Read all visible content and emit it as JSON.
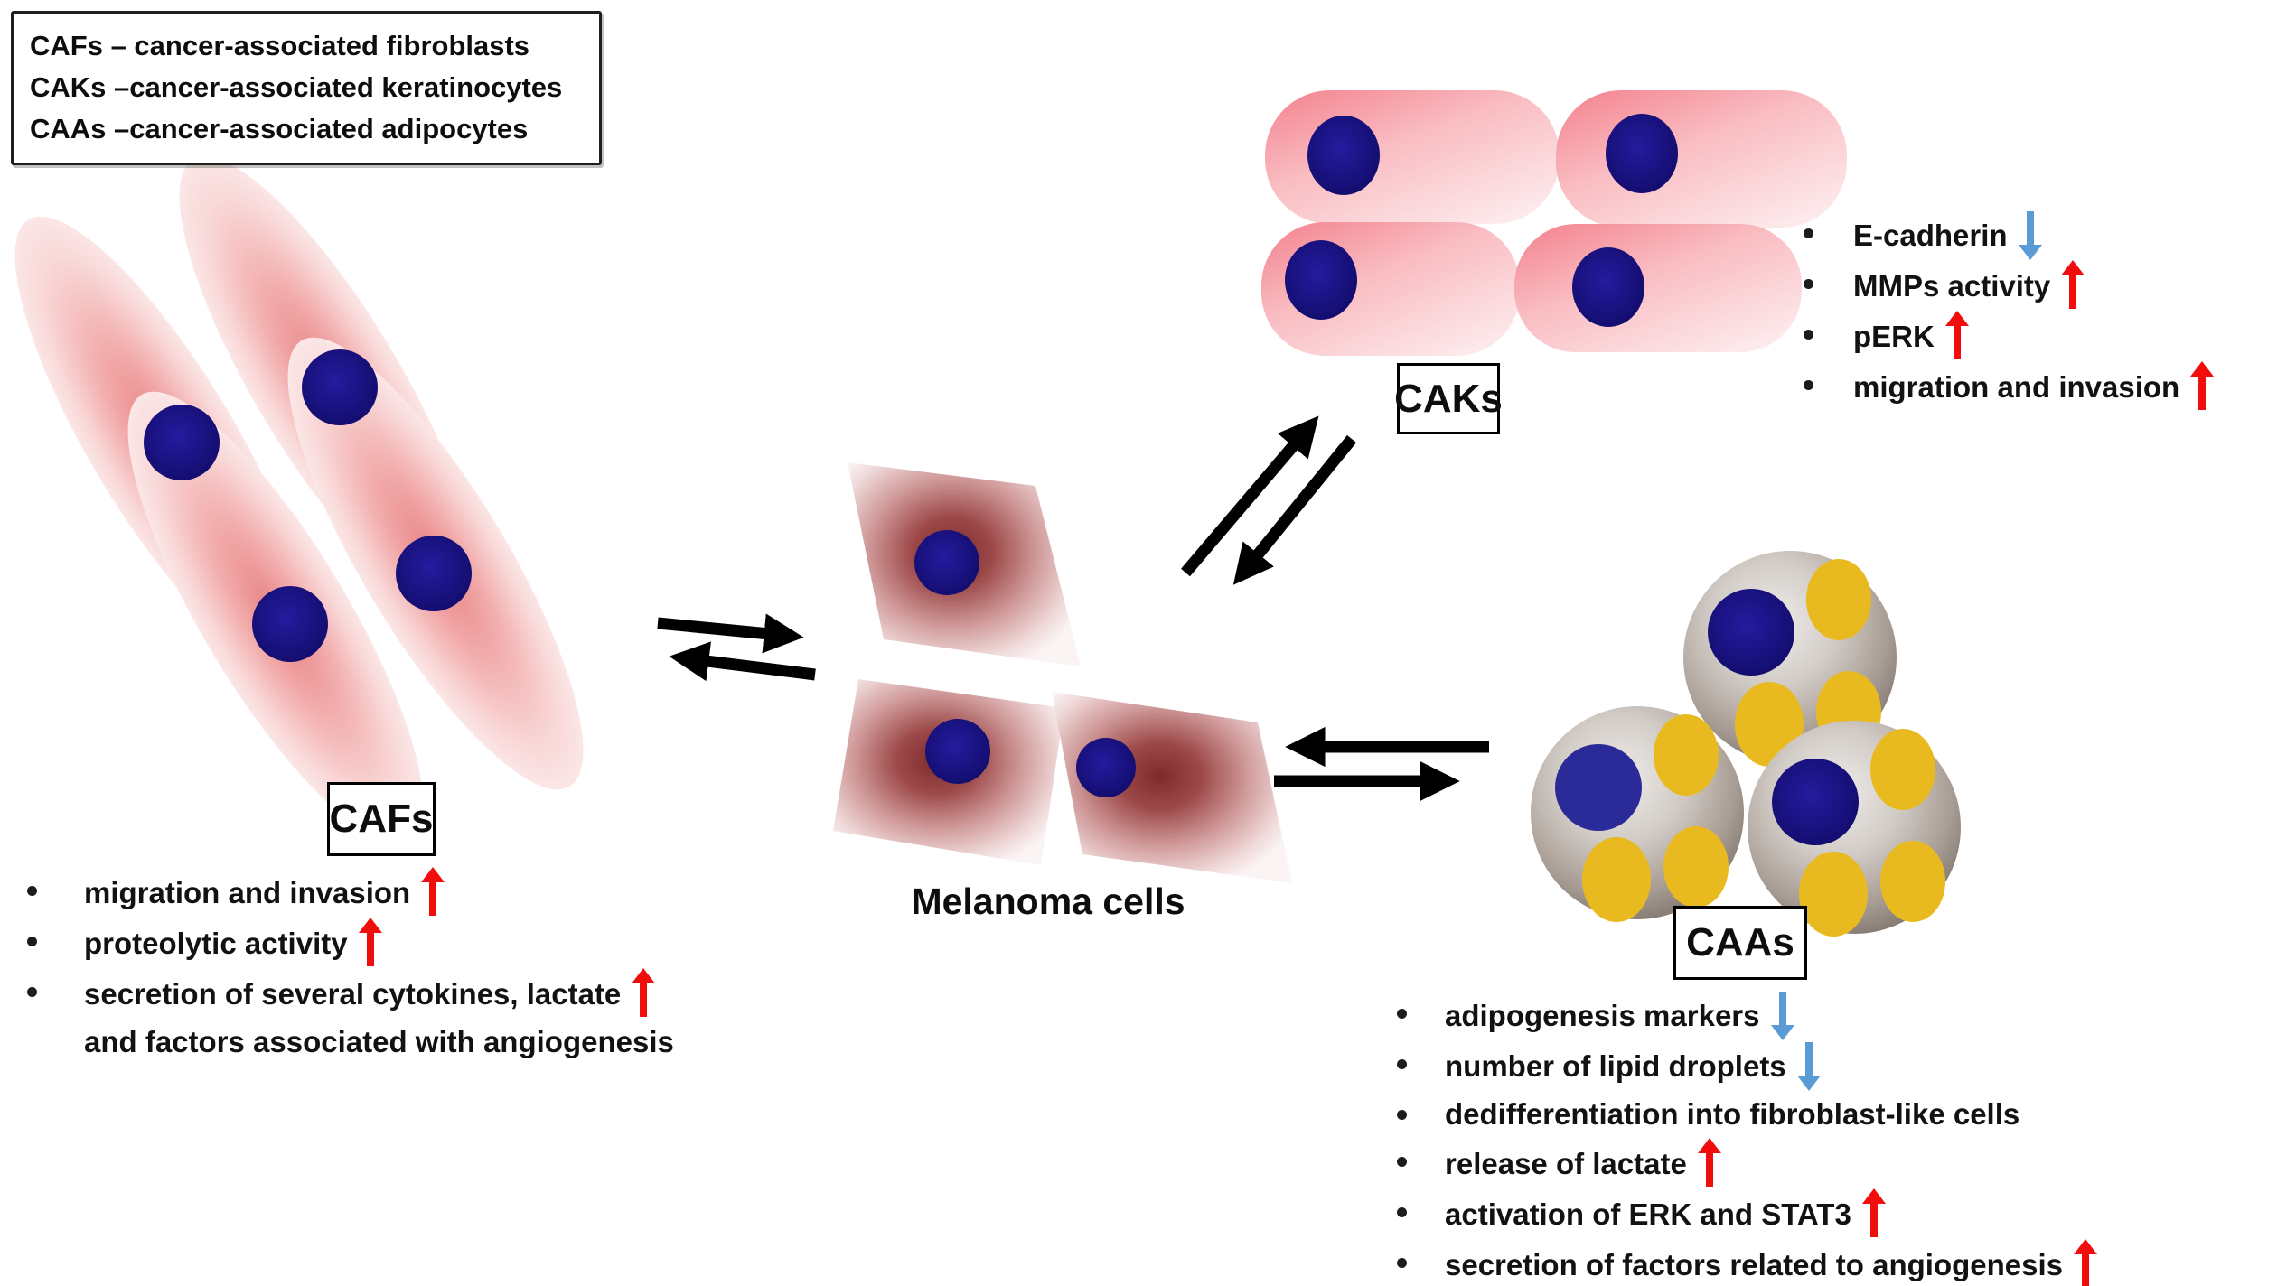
{
  "legend": {
    "lines": [
      "CAFs – cancer-associated fibroblasts",
      "CAKs –cancer-associated keratinocytes",
      "CAAs –cancer-associated adipocytes"
    ]
  },
  "melanoma": {
    "label": "Melanoma cells"
  },
  "cafs": {
    "label": "CAFs",
    "bullets": [
      {
        "text": "migration and invasion",
        "arrow": "up-red"
      },
      {
        "text": "proteolytic activity",
        "arrow": "up-red"
      },
      {
        "text": "secretion of several cytokines, lactate",
        "text2": "and factors associated with angiogenesis",
        "arrow": "up-red"
      }
    ]
  },
  "caks": {
    "label": "CAKs",
    "bullets": [
      {
        "text": "E-cadherin",
        "arrow": "down-blue"
      },
      {
        "text": "MMPs activity",
        "arrow": "up-red"
      },
      {
        "text": "pERK",
        "arrow": "up-red"
      },
      {
        "text": "migration and invasion",
        "arrow": "up-red"
      }
    ]
  },
  "caas": {
    "label": "CAAs",
    "bullets": [
      {
        "text": "adipogenesis markers",
        "arrow": "down-blue"
      },
      {
        "text": "number of lipid droplets",
        "arrow": "down-blue"
      },
      {
        "text": "dedifferentiation into fibroblast-like cells",
        "arrow": "none"
      },
      {
        "text": "release of lactate",
        "arrow": "up-red"
      },
      {
        "text": "activation of ERK and STAT3",
        "arrow": "up-red"
      },
      {
        "text": "secretion of factors related to angiogenesis",
        "arrow": "up-red"
      }
    ]
  },
  "arrows": [
    {
      "name": "cafs-melanoma-exchange",
      "type": "double-arrow"
    },
    {
      "name": "caks-melanoma-exchange",
      "type": "double-arrow"
    },
    {
      "name": "caas-melanoma-exchange",
      "type": "double-arrow"
    }
  ],
  "colors": {
    "red_arrow": "#f20d0d",
    "blue_arrow": "#5b9bd5",
    "black_arrow": "#000000",
    "nucleus": "#1a1283",
    "lipid_droplet": "#e9ba20"
  }
}
